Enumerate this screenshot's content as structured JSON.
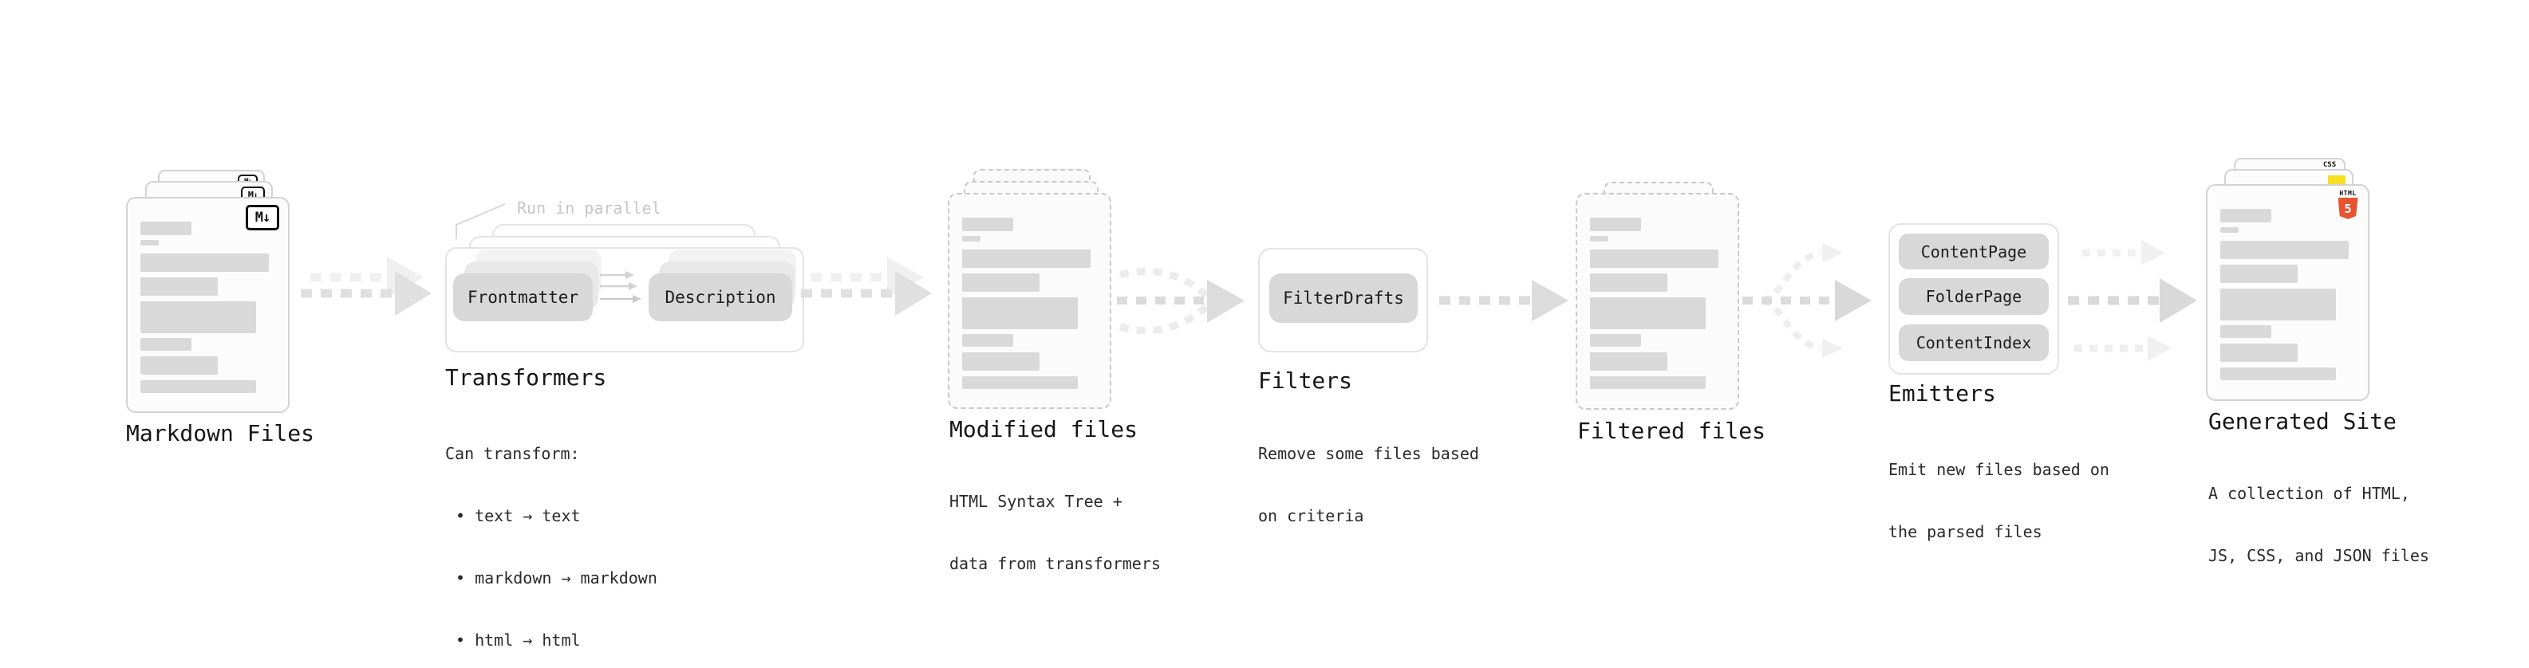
{
  "colors": {
    "html5_orange": "#e8542f",
    "js_yellow": "#f6df1e",
    "css_blue": "#2f6df6",
    "node_gray": "#d8d8d8",
    "arrow_gray": "#e0e0e0"
  },
  "stages": {
    "markdown_files": {
      "label": "Markdown Files",
      "badge": "M↓"
    },
    "transformers": {
      "label": "Transformers",
      "note": "Run in parallel",
      "nodes": [
        "Frontmatter",
        "Description"
      ],
      "caption_heading": "Can transform:",
      "bullets": [
        "• text → text",
        "• markdown → markdown",
        "• html → html"
      ]
    },
    "modified_files": {
      "label": "Modified files",
      "caption_lines": [
        "HTML Syntax Tree +",
        "data from transformers"
      ]
    },
    "filters": {
      "label": "Filters",
      "nodes": [
        "FilterDrafts"
      ],
      "caption_lines": [
        "Remove some files based",
        "on criteria"
      ]
    },
    "filtered_files": {
      "label": "Filtered files"
    },
    "emitters": {
      "label": "Emitters",
      "nodes": [
        "ContentPage",
        "FolderPage",
        "ContentIndex"
      ],
      "caption_lines": [
        "Emit new files based on",
        "the parsed files"
      ]
    },
    "generated_site": {
      "label": "Generated Site",
      "caption_lines": [
        "A collection of HTML,",
        "JS, CSS, and JSON files"
      ],
      "badges": {
        "css": "CSS",
        "html_label": "HTML",
        "html_number": "5"
      }
    }
  }
}
